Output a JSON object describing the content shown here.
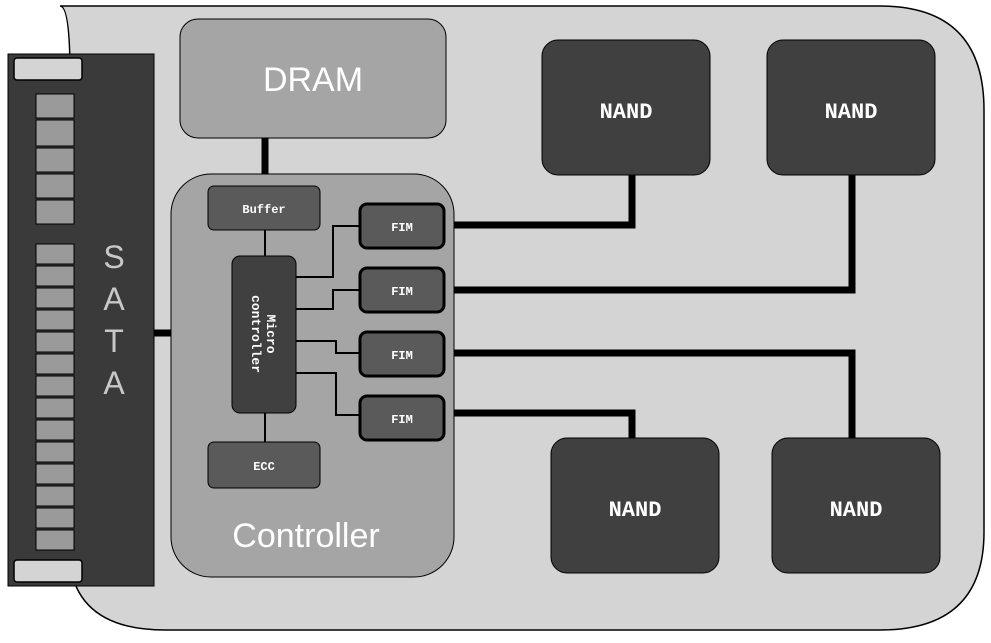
{
  "labels": {
    "dram": "DRAM",
    "sata": [
      "S",
      "A",
      "T",
      "A"
    ],
    "controller": "Controller",
    "buffer": "Buffer",
    "micro": [
      "Micro",
      "controller"
    ],
    "ecc": "ECC",
    "fim": "FIM",
    "nand": "NAND"
  },
  "nand_chips": [
    "NAND",
    "NAND",
    "NAND",
    "NAND"
  ],
  "fim_units": [
    "FIM",
    "FIM",
    "FIM",
    "FIM"
  ],
  "colors": {
    "board": "#d4d4d4",
    "dram": "#a5a5a5",
    "controller_area": "#a5a5a5",
    "chip": "#404040",
    "wire": "#000000"
  }
}
